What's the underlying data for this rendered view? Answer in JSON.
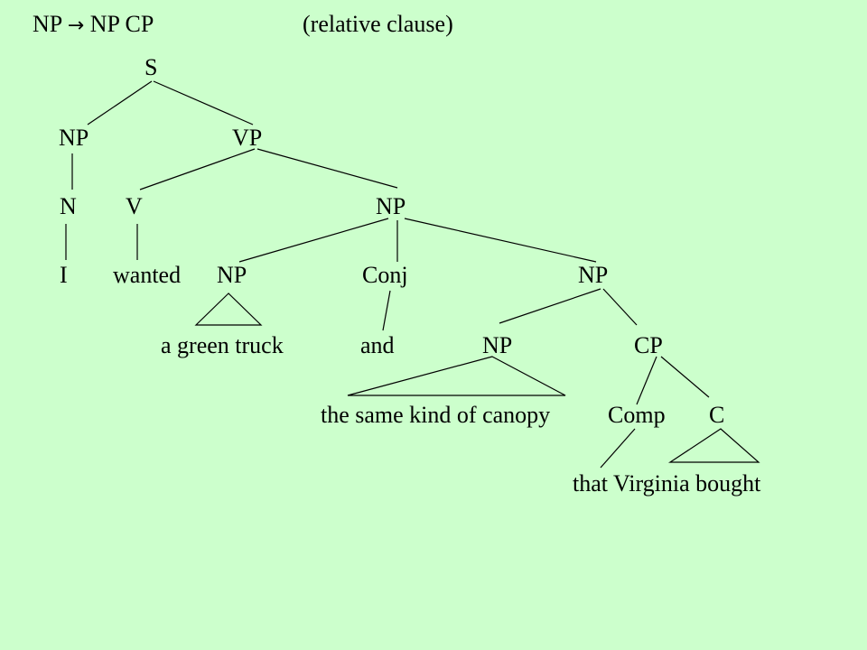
{
  "heading": {
    "rule_lhs": "NP",
    "arrow": "→",
    "rule_rhs": "NP CP",
    "note": "(relative clause)"
  },
  "tree": {
    "S": "S",
    "NP_subj": "NP",
    "VP": "VP",
    "N": "N",
    "V": "V",
    "NP_obj": "NP",
    "I": "I",
    "wanted": "wanted",
    "NP_a": "NP",
    "Conj": "Conj",
    "NP_b": "NP",
    "a_green_truck": "a green truck",
    "and": "and",
    "NP_inner": "NP",
    "CP": "CP",
    "the_same_kind": "the same kind of canopy",
    "Comp": "Comp",
    "C": "C",
    "that_virginia": "that Virginia bought"
  },
  "colors": {
    "background": "#ccffcc",
    "ink": "#000000"
  }
}
